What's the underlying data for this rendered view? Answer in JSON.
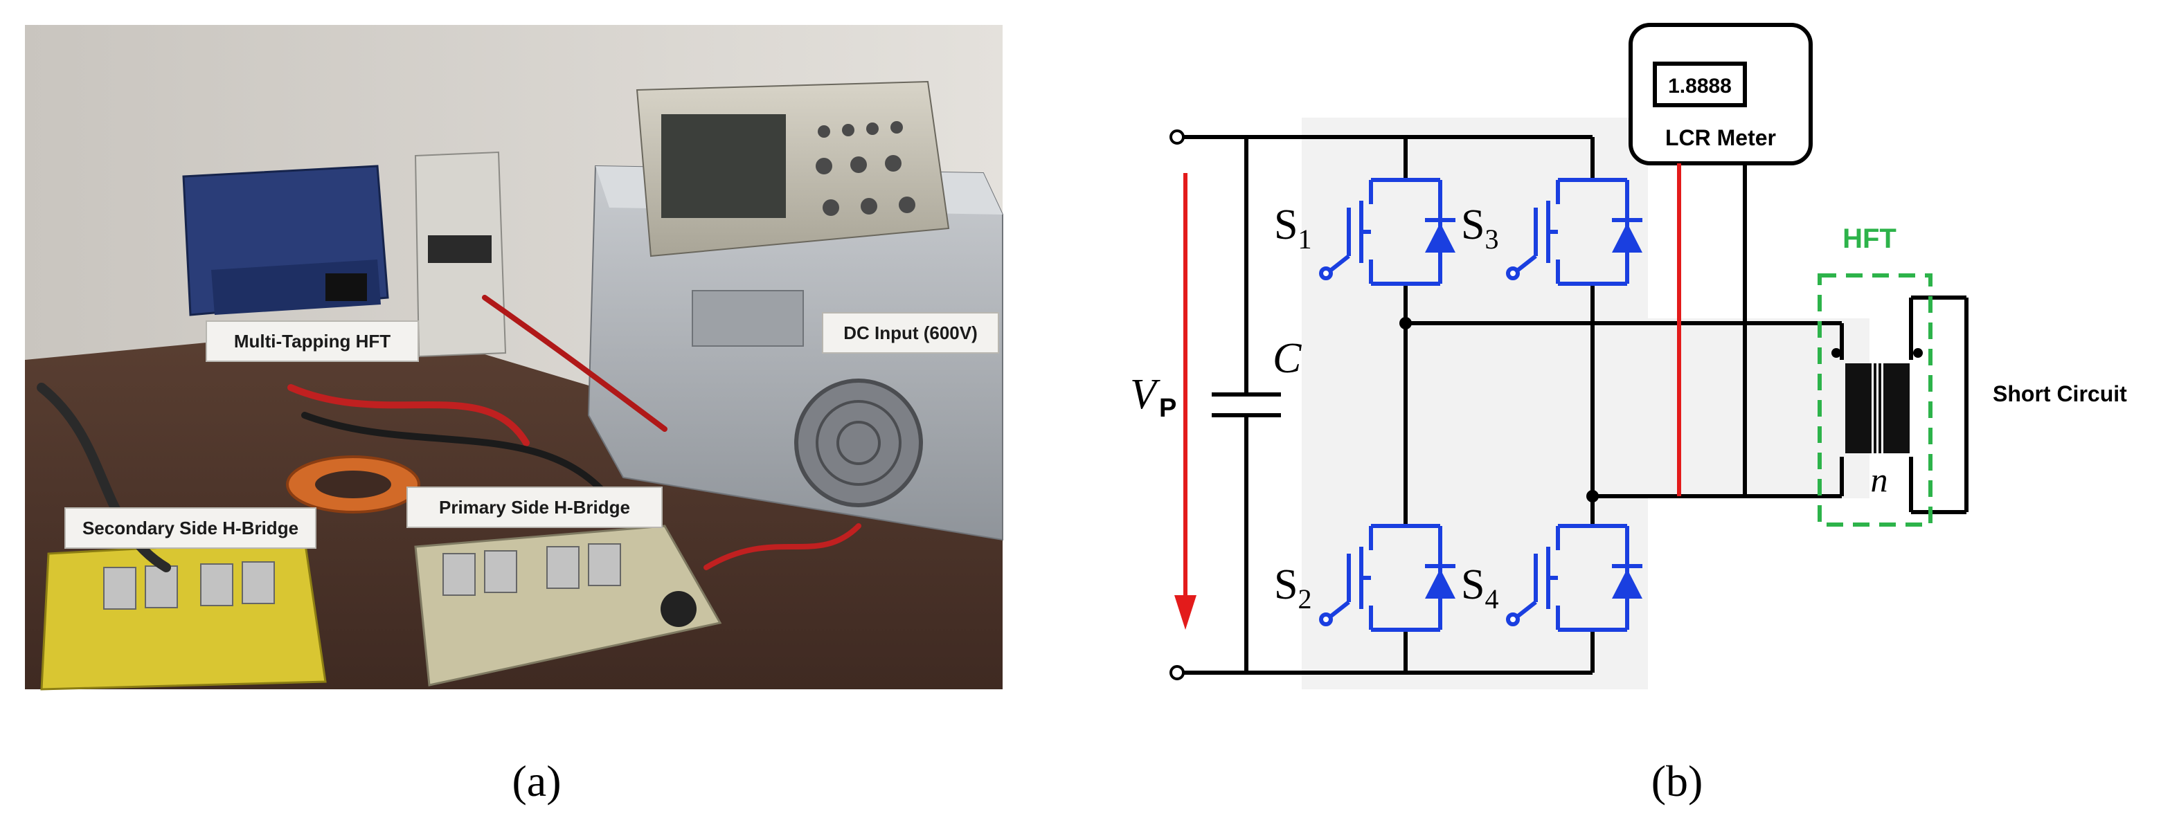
{
  "panel_a": {
    "caption": "(a)",
    "labels": {
      "multi_tapping": "Multi-Tapping HFT",
      "dc_input": "DC Input (600V)",
      "primary": "Primary Side H-Bridge",
      "secondary": "Secondary Side H-Bridge"
    }
  },
  "panel_b": {
    "caption": "(b)",
    "meter_display": "1.8888",
    "meter_label": "LCR Meter",
    "hft_label": "HFT",
    "short_circuit": "Short Circuit",
    "voltage_symbol": "V",
    "voltage_subscript": "P",
    "capacitor": "C",
    "turns_ratio": "n",
    "switches": [
      {
        "letter": "S",
        "sub": "1"
      },
      {
        "letter": "S",
        "sub": "3"
      },
      {
        "letter": "S",
        "sub": "2"
      },
      {
        "letter": "S",
        "sub": "4"
      }
    ],
    "colors": {
      "switch": "#1a3fe0",
      "voltage_arrow": "#e31b1b",
      "meter_lead": "#e31b1b",
      "hft_box": "#2db34a"
    }
  }
}
